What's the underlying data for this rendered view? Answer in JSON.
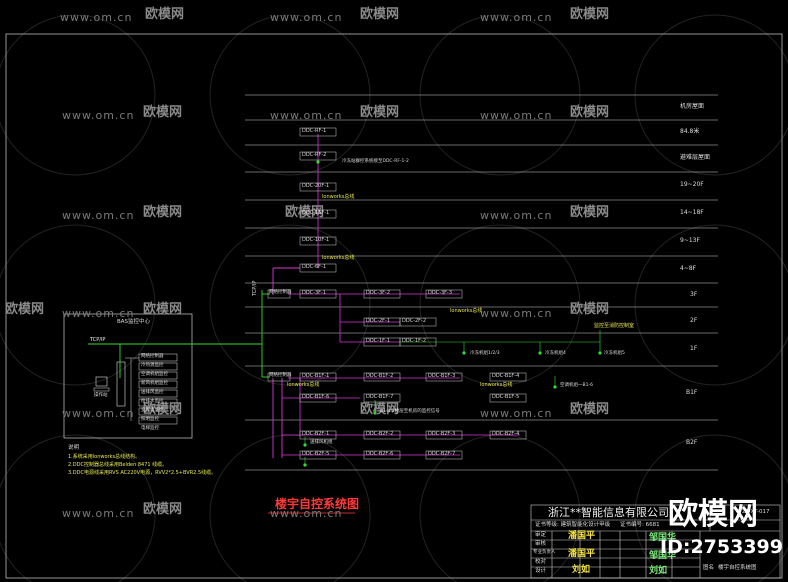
{
  "watermarks": {
    "site": "www.om.cn",
    "logo": "欧模网"
  },
  "floors": [
    "机房屋面",
    "84.8米",
    "避难层屋面",
    "19~20F",
    "14~18F",
    "9~13F",
    "4~8F",
    "3F",
    "2F",
    "1F",
    "B1F",
    "B2F"
  ],
  "ddc_labels": [
    "DDC-RF-1",
    "DDC-RF-2",
    "DDC-20F-1",
    "DDC-15F-1",
    "DDC-10F-1",
    "DDC-6F-1",
    "DDC-3F-1",
    "DDC-3F-2",
    "DDC-3F-3",
    "DDC-2F-1",
    "DDC-2F-2",
    "DDC-1F-1",
    "DDC-1F-2",
    "DDC-B1F-1",
    "DDC-B1F-2",
    "DDC-B1F-3",
    "DDC-B1F-4",
    "DDC-B1F-5",
    "DDC-B1F-6",
    "DDC-B1F-7",
    "DDC-B2F-1",
    "DDC-B2F-2",
    "DDC-B2F-3",
    "DDC-B2F-4",
    "DDC-B2F-5",
    "DDC-B2F-6",
    "DDC-B2F-7"
  ],
  "network_labels": {
    "lonworks": "lonworks总线",
    "tcpip": "TCP/IP",
    "tcpip_vertical": "TCP/IP",
    "router": "网络控制器"
  },
  "bas": {
    "title": "BAS监控中心",
    "pc_label": "操作站",
    "rack_items": [
      "网络控制器",
      "冷热源监控",
      "空调机组监控",
      "新风机组监控",
      "送排风监控",
      "给排水监控",
      "变配电监控",
      "照明监控",
      "电梯监控"
    ]
  },
  "remarks": {
    "title": "说明",
    "lines": [
      "1.系统采用lonworks总线结构。",
      "2.DDC控制器总线采用Belden 8471 线缆。",
      "3.DDC电源线采用RVS AC220V电源，RVV2*2.5+BVR2.5线缆。"
    ]
  },
  "side_notes": [
    "冷冻站群控系统接至DDC-RF-1-2",
    "B1-4.5楼层至机房的监控信号",
    "冷冻机组1/2/3",
    "冷冻机组4",
    "冷冻机组5",
    "监控至消防控制室",
    "送排风机组",
    "空调机组一B1-6"
  ],
  "drawing_title": "楼宇自控系统图",
  "title_block": {
    "company": "浙江**智能信息有限公司",
    "cert_left": "证书等级: 建筑智能化设计甲级",
    "cert_right": "证书编号: 6681",
    "drawing_no": "ZK-XT-017",
    "rows": [
      "审定",
      "审核",
      "专业负责人",
      "校对",
      "设计"
    ],
    "signatures_yellow": [
      "潘国平",
      "潘国平",
      "刘如"
    ],
    "signatures_green": [
      "邹国华",
      "邹国华",
      "刘如"
    ],
    "project_label": "图名",
    "project_name": "楼宇自控系统图"
  },
  "brand": {
    "name": "欧模网",
    "id": "ID:2753399"
  },
  "colors": {
    "background": "#000000",
    "bus_green": "#33dd33",
    "bus_magenta": "#dd33dd",
    "bus_yellow": "#e8e850",
    "line_white": "#dddddd",
    "title_red": "#ff3a3a"
  }
}
